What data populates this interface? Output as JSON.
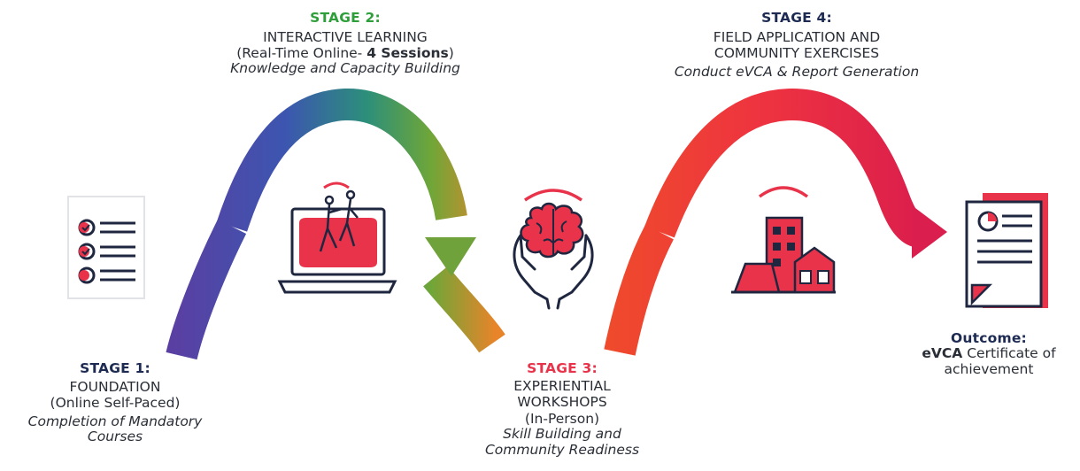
{
  "colors": {
    "navy": "#1d2a52",
    "red": "#e8334a",
    "green": "#2e9e3a",
    "purple": "#5b3fa0",
    "dark_icon": "#1f2740"
  },
  "stage1": {
    "label": "STAGE 1:",
    "title": "FOUNDATION",
    "mode": "(Online Self-Paced)",
    "desc_line1": "Completion of Mandatory",
    "desc_line2": "Courses",
    "icon": "checklist-icon"
  },
  "stage2": {
    "label": "STAGE 2:",
    "title": "INTERACTIVE LEARNING",
    "mode_prefix": "(Real-Time Online- ",
    "mode_bold": "4 Sessions",
    "mode_suffix": ")",
    "desc": "Knowledge and Capacity Building",
    "icon": "laptop-learning-icon"
  },
  "stage3": {
    "label": "STAGE 3:",
    "title_line1": "EXPERIENTIAL",
    "title_line2": "WORKSHOPS",
    "mode": "(In-Person)",
    "desc_line1": "Skill Building and",
    "desc_line2": "Community Readiness",
    "icon": "brain-hands-icon"
  },
  "stage4": {
    "label": "STAGE 4:",
    "title_line1": "FIELD APPLICATION AND",
    "title_line2": "COMMUNITY EXERCISES",
    "desc": "Conduct eVCA & Report Generation",
    "icon": "community-buildings-icon"
  },
  "outcome": {
    "label": "Outcome:",
    "bold": "eVCA",
    "line1_rest": " Certificate of",
    "line2": "achievement",
    "icon": "certificate-document-icon"
  }
}
